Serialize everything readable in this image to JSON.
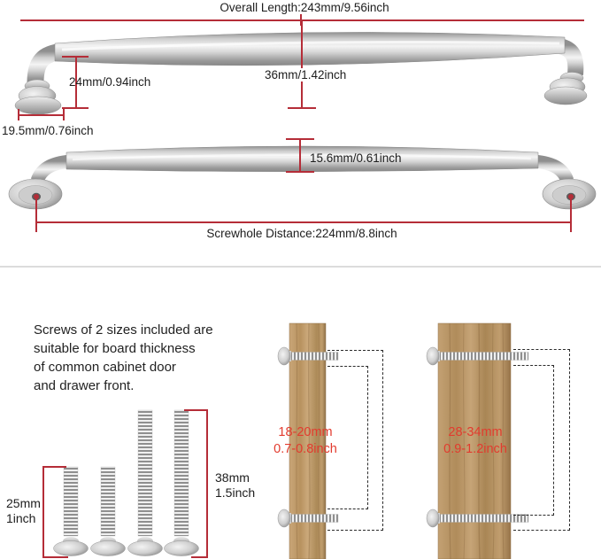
{
  "diagram": {
    "overall_length_label": "Overall Length:243mm/9.56inch",
    "end_height_label": "24mm/0.94inch",
    "center_height_label": "36mm/1.42inch",
    "base_width_label": "19.5mm/0.76inch",
    "bar_diameter_label": "15.6mm/0.61inch",
    "screwhole_distance_label": "Screwhole Distance:224mm/8.8inch"
  },
  "screw_info": {
    "description_lines": [
      "Screws of 2 sizes included are",
      "suitable for board thickness",
      "of common cabinet door",
      "and drawer front."
    ],
    "short_screw": {
      "mm": "25mm",
      "inch": "1inch"
    },
    "long_screw": {
      "mm": "38mm",
      "inch": "1.5inch"
    },
    "thin_board": {
      "mm": "18-20mm",
      "inch": "0.7-0.8inch"
    },
    "thick_board": {
      "mm": "28-34mm",
      "inch": "0.9-1.2inch"
    }
  },
  "colors": {
    "dimension_red": "#b52d38",
    "label_red": "#e23b2e",
    "metal_gray": "#c9c9c9",
    "wood_light_brown": "#c9a678",
    "divider_gray": "#dcdcdc",
    "text_black": "#1d1d1d"
  }
}
